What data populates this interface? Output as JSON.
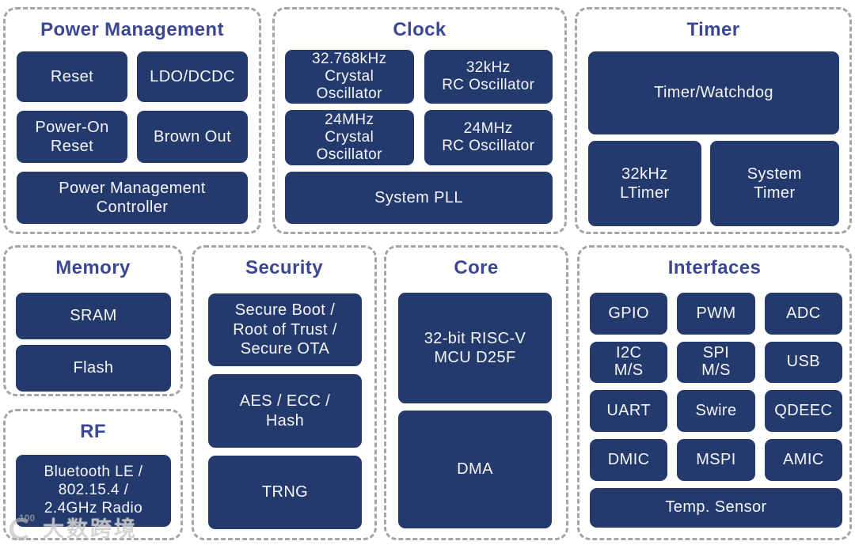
{
  "colors": {
    "background": "#ffffff",
    "block_fill": "#253a6c",
    "block_text": "#f3f5f8",
    "section_title": "#3b4794",
    "dashed_border": "#a5a5a5"
  },
  "sections": {
    "power_management": {
      "title": "Power Management",
      "blocks": {
        "reset": "Reset",
        "ldo_dcdc": "LDO/DCDC",
        "power_on_reset": "Power-On\nReset",
        "brown_out": "Brown Out",
        "controller": "Power Management\nController"
      }
    },
    "clock": {
      "title": "Clock",
      "blocks": {
        "xo_32768": "32.768kHz\nCrystal\nOscillator",
        "rc_32k": "32kHz\nRC Oscillator",
        "xo_24m": "24MHz\nCrystal\nOscillator",
        "rc_24m": "24MHz\nRC Oscillator",
        "system_pll": "System PLL"
      }
    },
    "timer": {
      "title": "Timer",
      "blocks": {
        "watchdog": "Timer/Watchdog",
        "ltimer": "32kHz\nLTimer",
        "system_timer": "System\nTimer"
      }
    },
    "memory": {
      "title": "Memory",
      "blocks": {
        "sram": "SRAM",
        "flash": "Flash"
      }
    },
    "rf": {
      "title": "RF",
      "blocks": {
        "radio": "Bluetooth LE /\n802.15.4 /\n2.4GHz Radio"
      }
    },
    "security": {
      "title": "Security",
      "blocks": {
        "secure_boot": "Secure Boot /\nRoot of Trust /\nSecure OTA",
        "aes_ecc_hash": "AES / ECC /\nHash",
        "trng": "TRNG"
      }
    },
    "core": {
      "title": "Core",
      "blocks": {
        "cpu": "32-bit RISC-V\nMCU D25F",
        "dma": "DMA"
      }
    },
    "interfaces": {
      "title": "Interfaces",
      "blocks": {
        "gpio": "GPIO",
        "pwm": "PWM",
        "adc": "ADC",
        "i2c": "I2C\nM/S",
        "spi": "SPI\nM/S",
        "usb": "USB",
        "uart": "UART",
        "swire": "Swire",
        "qdec": "QDEEC",
        "dmic": "DMIC",
        "mspi": "MSPI",
        "amic": "AMIC",
        "temp_sensor": "Temp. Sensor"
      }
    }
  },
  "watermark": {
    "logo_text": "100",
    "text": "大数跨境"
  }
}
